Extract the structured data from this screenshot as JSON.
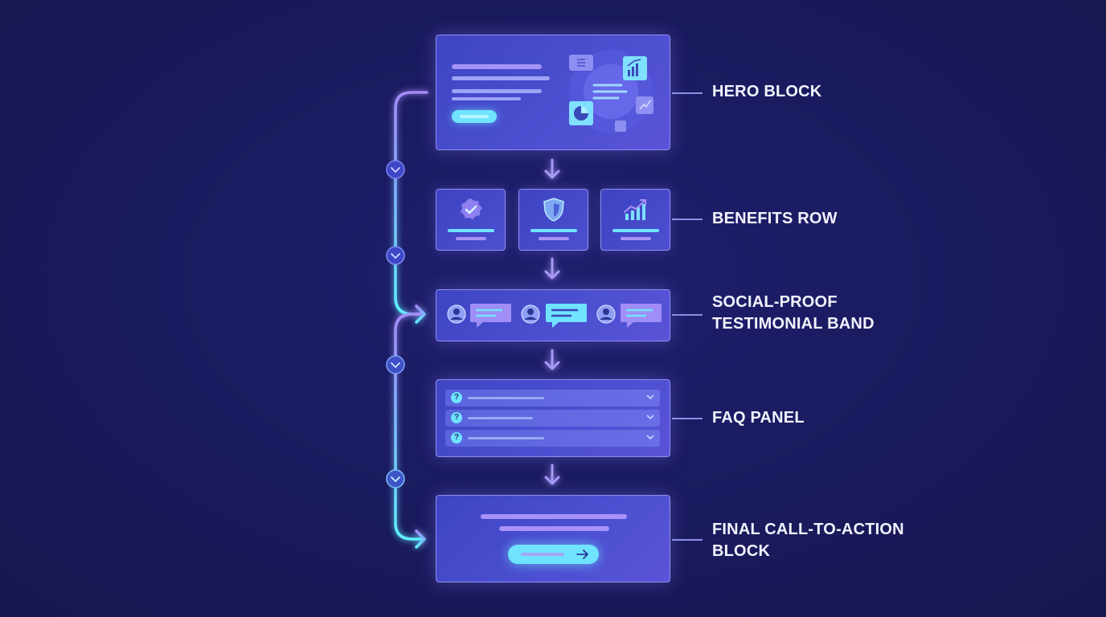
{
  "labels": {
    "hero": "HERO BLOCK",
    "benefits": "BENEFITS ROW",
    "social_line1": "SOCIAL-PROOF",
    "social_line2": "TESTIMONIAL BAND",
    "faq": "FAQ PANEL",
    "cta_line1": "FINAL CALL-TO-ACTION",
    "cta_line2": "BLOCK"
  },
  "icons": {
    "hero": [
      "menu-icon",
      "bar-chart-icon",
      "pie-chart-icon",
      "trend-line-icon"
    ],
    "benefits": [
      "check-badge-icon",
      "shield-icon",
      "growth-chart-icon"
    ],
    "testimonial": [
      "avatar-icon",
      "speech-bubble-icon"
    ],
    "faq": [
      "question-icon",
      "chevron-down-icon"
    ],
    "cta": [
      "arrow-right-icon"
    ],
    "flow": [
      "down-arrow-icon",
      "chevron-down-icon"
    ]
  },
  "faq": {
    "question_marks": [
      "?",
      "?",
      "?"
    ]
  },
  "colors": {
    "background": "#1a1a5e",
    "block_fill": "#4349c8",
    "block_border": "#8f8ff0",
    "accent_cyan": "#6fe3ff",
    "accent_violet": "#a792f8",
    "label_text": "#f2f2ff"
  }
}
